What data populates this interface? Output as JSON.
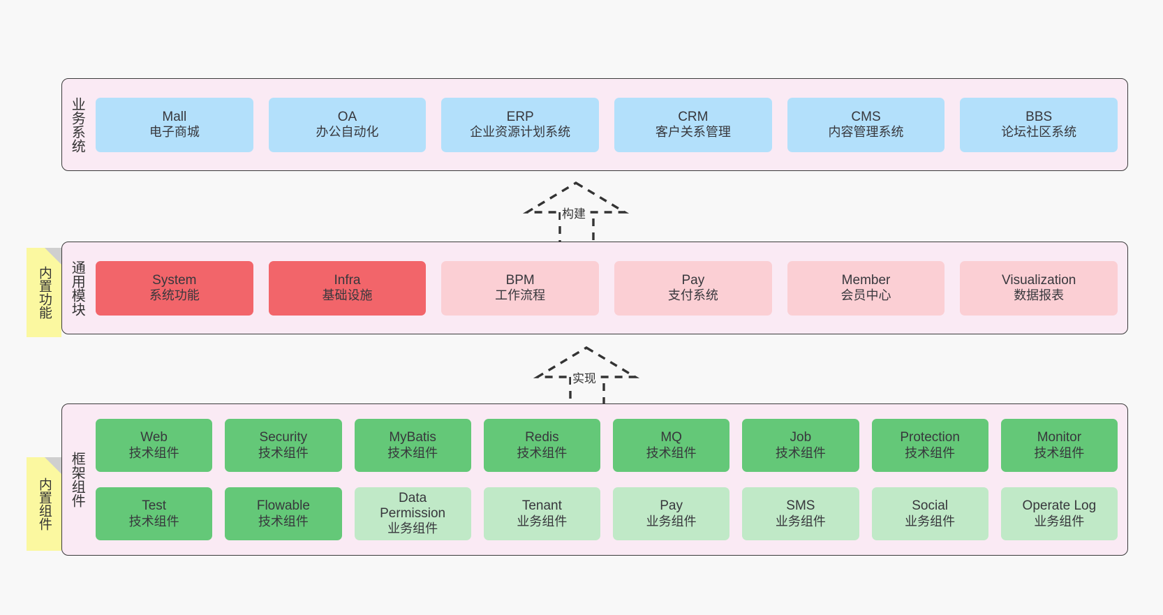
{
  "diagram": {
    "title_semantic": "layered-architecture",
    "background": "#f8f8f8",
    "panel_bg": "#faeaf4",
    "note_bg": "#fbf8a0",
    "colors": {
      "blue": "#b3e0fb",
      "red_strong": "#f2656a",
      "red_soft": "#fbcfd4",
      "green_strong": "#64c878",
      "green_soft": "#c0e9c7",
      "border": "#3a3a3a",
      "text": "#37373c"
    }
  },
  "layers": [
    {
      "id": "business",
      "title": "业务系统",
      "nodes": [
        {
          "en": "Mall",
          "cn": "电子商城",
          "color": "blue"
        },
        {
          "en": "OA",
          "cn": "办公自动化",
          "color": "blue"
        },
        {
          "en": "ERP",
          "cn": "企业资源计划系统",
          "color": "blue"
        },
        {
          "en": "CRM",
          "cn": "客户关系管理",
          "color": "blue"
        },
        {
          "en": "CMS",
          "cn": "内容管理系统",
          "color": "blue"
        },
        {
          "en": "BBS",
          "cn": "论坛社区系统",
          "color": "blue"
        }
      ]
    },
    {
      "id": "common-module",
      "title": "通用模块",
      "note": "内置功能",
      "nodes": [
        {
          "en": "System",
          "cn": "系统功能",
          "color": "red_strong"
        },
        {
          "en": "Infra",
          "cn": "基础设施",
          "color": "red_strong"
        },
        {
          "en": "BPM",
          "cn": "工作流程",
          "color": "red_soft"
        },
        {
          "en": "Pay",
          "cn": "支付系统",
          "color": "red_soft"
        },
        {
          "en": "Member",
          "cn": "会员中心",
          "color": "red_soft"
        },
        {
          "en": "Visualization",
          "cn": "数据报表",
          "color": "red_soft"
        }
      ]
    },
    {
      "id": "framework-component",
      "title": "框架组件",
      "note": "内置组件",
      "rows": [
        [
          {
            "en": "Web",
            "cn": "技术组件",
            "color": "green_strong"
          },
          {
            "en": "Security",
            "cn": "技术组件",
            "color": "green_strong"
          },
          {
            "en": "MyBatis",
            "cn": "技术组件",
            "color": "green_strong"
          },
          {
            "en": "Redis",
            "cn": "技术组件",
            "color": "green_strong"
          },
          {
            "en": "MQ",
            "cn": "技术组件",
            "color": "green_strong"
          },
          {
            "en": "Job",
            "cn": "技术组件",
            "color": "green_strong"
          },
          {
            "en": "Protection",
            "cn": "技术组件",
            "color": "green_strong"
          },
          {
            "en": "Monitor",
            "cn": "技术组件",
            "color": "green_strong"
          }
        ],
        [
          {
            "en": "Test",
            "cn": "技术组件",
            "color": "green_strong"
          },
          {
            "en": "Flowable",
            "cn": "技术组件",
            "color": "green_strong"
          },
          {
            "en": "Data Permission",
            "cn": "业务组件",
            "color": "green_soft"
          },
          {
            "en": "Tenant",
            "cn": "业务组件",
            "color": "green_soft"
          },
          {
            "en": "Pay",
            "cn": "业务组件",
            "color": "green_soft"
          },
          {
            "en": "SMS",
            "cn": "业务组件",
            "color": "green_soft"
          },
          {
            "en": "Social",
            "cn": "业务组件",
            "color": "green_soft"
          },
          {
            "en": "Operate Log",
            "cn": "业务组件",
            "color": "green_soft"
          }
        ]
      ]
    }
  ],
  "connectors": [
    {
      "id": "build",
      "label": "构建",
      "style": "dashed-generalization-up"
    },
    {
      "id": "implement",
      "label": "实现",
      "style": "dashed-generalization-up"
    }
  ]
}
